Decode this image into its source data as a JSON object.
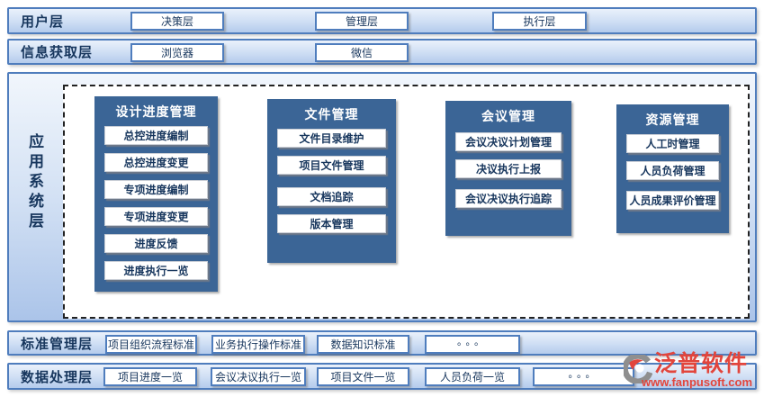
{
  "layers": {
    "user": {
      "label": "用户层",
      "buttons": [
        "决策层",
        "管理层",
        "执行层"
      ]
    },
    "info": {
      "label": "信息获取层",
      "buttons": [
        "浏览器",
        "微信"
      ]
    },
    "app": {
      "label": "应用系统层",
      "columns": [
        {
          "title": "设计进度管理",
          "items": [
            "总控进度编制",
            "总控进度变更",
            "专项进度编制",
            "专项进度变更",
            "进度反馈",
            "进度执行一览"
          ]
        },
        {
          "title": "文件管理",
          "items": [
            "文件目录维护",
            "项目文件管理",
            "文档追踪",
            "版本管理"
          ]
        },
        {
          "title": "会议管理",
          "items": [
            "会议决议计划管理",
            "决议执行上报",
            "会议决议执行追踪"
          ]
        },
        {
          "title": "资源管理",
          "items": [
            "人工时管理",
            "人员负荷管理",
            "人员成果评价管理"
          ]
        }
      ]
    },
    "standard": {
      "label": "标准管理层",
      "buttons": [
        "项目组织流程标准",
        "业务执行操作标准",
        "数据知识标准",
        "。。。"
      ]
    },
    "data": {
      "label": "数据处理层",
      "buttons": [
        "项目进度一览",
        "会议决议执行一览",
        "项目文件一览",
        "人员负荷一览",
        "。。。"
      ]
    }
  },
  "logo": {
    "name": "泛普软件",
    "url": "www.fanpusoft.com"
  },
  "colors": {
    "row_border": "#4f7dbd",
    "row_fill_top": "#eaf1fb",
    "row_fill_bottom": "#b4cbec",
    "panel_fill": "#3b6596",
    "text_navy": "#17365d",
    "panel_title_text": "#ffffff",
    "logo_red": "#e2453c",
    "dashed_border": "#222222"
  }
}
